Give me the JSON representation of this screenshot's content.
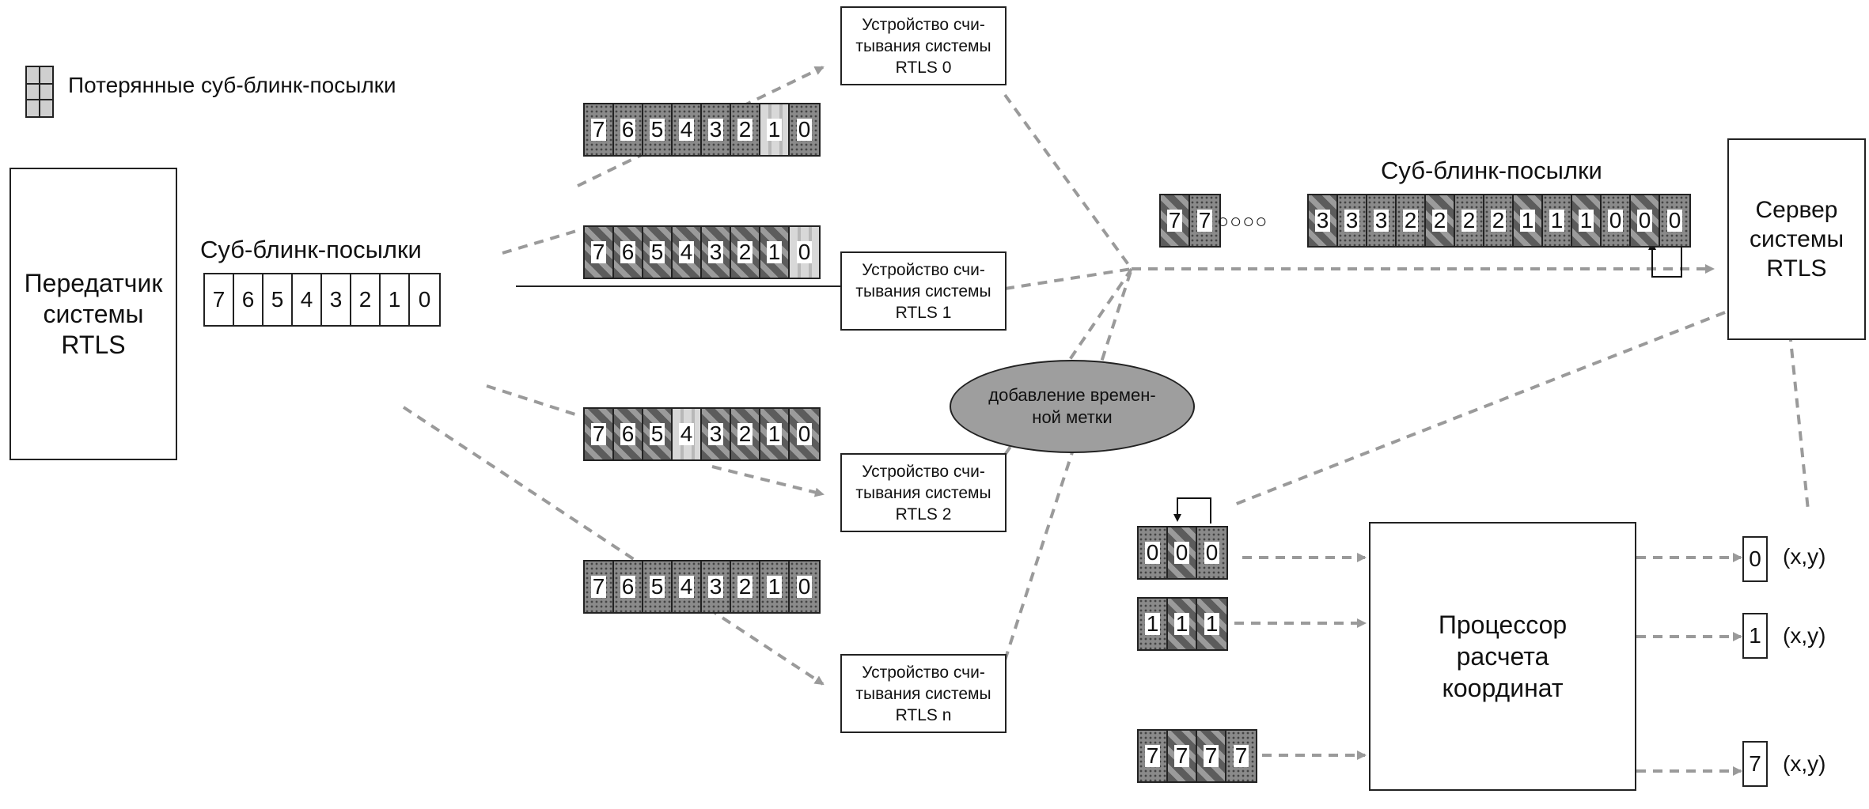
{
  "legend": {
    "label": "Потерянные суб-блинк-посылки"
  },
  "transmitter": {
    "line1": "Передатчик",
    "line2": "системы",
    "line3": "RTLS"
  },
  "tx_strip": {
    "title": "Суб-блинк-посылки",
    "cells": [
      "7",
      "6",
      "5",
      "4",
      "3",
      "2",
      "1",
      "0"
    ]
  },
  "readers": [
    {
      "line1": "Устройство счи-",
      "line2": "тывания системы",
      "line3": "RTLS 0"
    },
    {
      "line1": "Устройство счи-",
      "line2": "тывания системы",
      "line3": "RTLS 1"
    },
    {
      "line1": "Устройство счи-",
      "line2": "тывания системы",
      "line3": "RTLS 2"
    },
    {
      "line1": "Устройство счи-",
      "line2": "тывания системы",
      "line3": "RTLS n"
    }
  ],
  "received_strips": [
    {
      "cells": [
        "7",
        "6",
        "5",
        "4",
        "3",
        "2",
        "1",
        "0"
      ]
    },
    {
      "cells": [
        "7",
        "6",
        "5",
        "4",
        "3",
        "2",
        "1",
        "0"
      ]
    },
    {
      "cells": [
        "7",
        "6",
        "5",
        "4",
        "3",
        "2",
        "1",
        "0"
      ]
    },
    {
      "cells": [
        "7",
        "6",
        "5",
        "4",
        "3",
        "2",
        "1",
        "0"
      ]
    }
  ],
  "timestamp": {
    "line1": "добавление времен-",
    "line2": "ной метки"
  },
  "server_strip": {
    "title": "Суб-блинк-посылки",
    "left_cells": [
      "7",
      "7"
    ],
    "ellipsis": "○○○○",
    "cells": [
      "3",
      "3",
      "3",
      "2",
      "2",
      "2",
      "2",
      "1",
      "1",
      "1",
      "0",
      "0",
      "0"
    ]
  },
  "server": {
    "line1": "Сервер",
    "line2": "системы",
    "line3": "RTLS"
  },
  "groups": [
    {
      "cells": [
        "0",
        "0",
        "0"
      ]
    },
    {
      "cells": [
        "1",
        "1",
        "1"
      ]
    },
    {
      "cells": [
        "7",
        "7",
        "7",
        "7"
      ]
    }
  ],
  "processor": {
    "line1": "Процессор",
    "line2": "расчета",
    "line3": "координат"
  },
  "outputs": [
    {
      "id": "0",
      "coord": "(x,y)"
    },
    {
      "id": "1",
      "coord": "(x,y)"
    },
    {
      "id": "7",
      "coord": "(x,y)"
    }
  ],
  "colors": {
    "dashed": "#9a9a9a",
    "line": "#222222",
    "ellipse": "#9e9e9e"
  }
}
